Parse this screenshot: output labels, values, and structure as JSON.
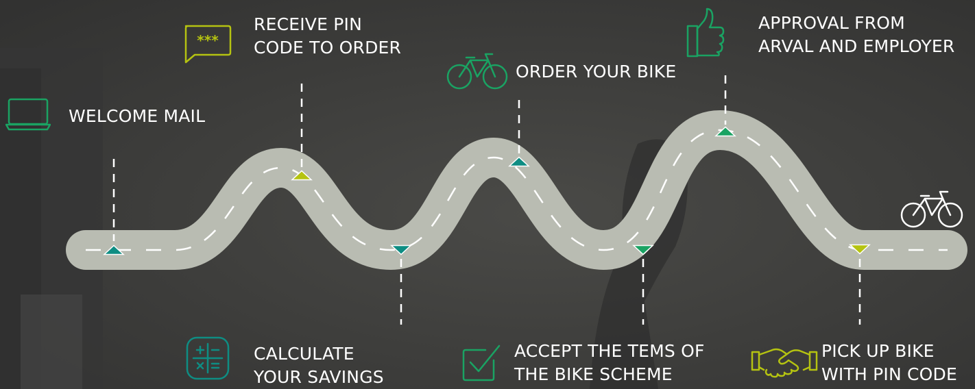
{
  "colors": {
    "road": "#b9bcb2",
    "road_dash": "#ffffff",
    "leader": "#ffffff",
    "green": "#1aa363",
    "teal": "#0e8d83",
    "lime": "#b5c311",
    "label": "#ffffff"
  },
  "steps": [
    {
      "lines": [
        "WELCOME MAIL"
      ],
      "icon": "laptop-icon",
      "marker": "teal"
    },
    {
      "lines": [
        "RECEIVE PIN",
        "CODE TO ORDER"
      ],
      "icon": "chat-pin-icon",
      "marker": "lime"
    },
    {
      "lines": [
        "CALCULATE",
        "YOUR SAVINGS"
      ],
      "icon": "calculator-icon",
      "marker": "teal"
    },
    {
      "lines": [
        "ORDER YOUR BIKE"
      ],
      "icon": "bicycle-icon",
      "marker": "teal"
    },
    {
      "lines": [
        "ACCEPT THE TEMS OF",
        "THE BIKE SCHEME"
      ],
      "icon": "checkbox-icon",
      "marker": "green"
    },
    {
      "lines": [
        "APPROVAL FROM",
        "ARVAL AND EMPLOYER"
      ],
      "icon": "thumbs-up-icon",
      "marker": "green"
    },
    {
      "lines": [
        "PICK UP BIKE",
        "WITH PIN CODE"
      ],
      "icon": "handshake-icon",
      "marker": "lime"
    }
  ],
  "end_icon": "bicycle-icon"
}
